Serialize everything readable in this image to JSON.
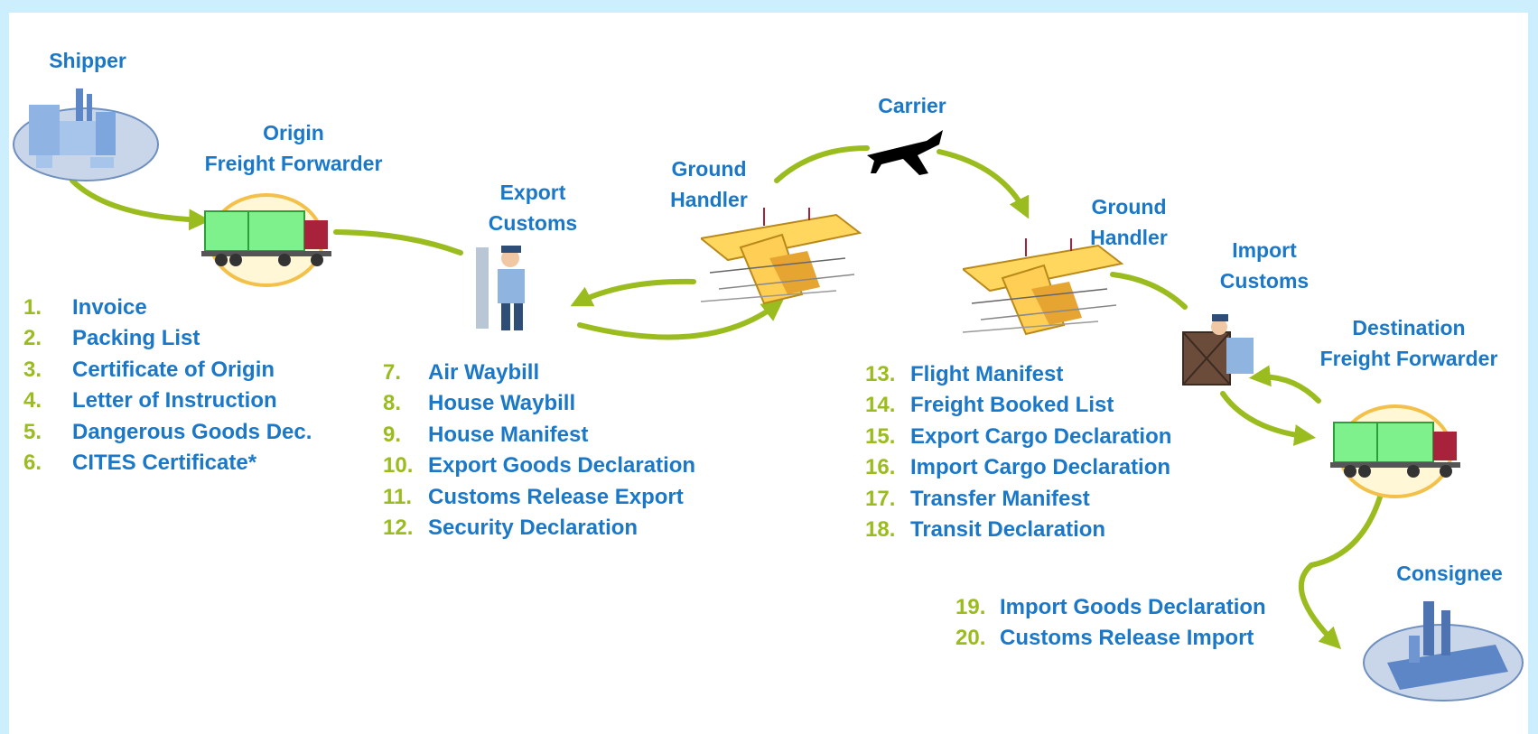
{
  "actors": {
    "shipper": "Shipper",
    "origin_ff_1": "Origin",
    "origin_ff_2": "Freight Forwarder",
    "export_customs_1": "Export",
    "export_customs_2": "Customs",
    "ground_handler_a_1": "Ground",
    "ground_handler_a_2": "Handler",
    "carrier": "Carrier",
    "ground_handler_b_1": "Ground",
    "ground_handler_b_2": "Handler",
    "import_customs_1": "Import",
    "import_customs_2": "Customs",
    "dest_ff_1": "Destination",
    "dest_ff_2": "Freight Forwarder",
    "consignee": "Consignee"
  },
  "documents_shipper": [
    {
      "num": "1.",
      "text": "Invoice"
    },
    {
      "num": "2.",
      "text": "Packing List"
    },
    {
      "num": "3.",
      "text": "Certificate of Origin"
    },
    {
      "num": "4.",
      "text": "Letter of Instruction"
    },
    {
      "num": "5.",
      "text": "Dangerous Goods Dec."
    },
    {
      "num": "6.",
      "text": "CITES Certificate*"
    }
  ],
  "documents_export": [
    {
      "num": "7.",
      "text": "Air Waybill"
    },
    {
      "num": "8.",
      "text": "House Waybill"
    },
    {
      "num": "9.",
      "text": "House Manifest"
    },
    {
      "num": "10.",
      "text": "Export Goods Declaration"
    },
    {
      "num": "11.",
      "text": "Customs Release Export"
    },
    {
      "num": "12.",
      "text": "Security Declaration"
    }
  ],
  "documents_transit": [
    {
      "num": "13.",
      "text": "Flight Manifest"
    },
    {
      "num": "14.",
      "text": "Freight Booked List"
    },
    {
      "num": "15.",
      "text": "Export Cargo Declaration"
    },
    {
      "num": "16.",
      "text": "Import Cargo Declaration"
    },
    {
      "num": "17.",
      "text": "Transfer Manifest"
    },
    {
      "num": "18.",
      "text": "Transit Declaration"
    }
  ],
  "documents_import": [
    {
      "num": "19.",
      "text": "Import Goods Declaration"
    },
    {
      "num": "20.",
      "text": "Customs Release Import"
    }
  ],
  "colors": {
    "label_blue": "#1b78c8",
    "number_green": "#9bbc1f",
    "arrow_green": "#9bbc1f",
    "frame": "#cdeefd"
  }
}
